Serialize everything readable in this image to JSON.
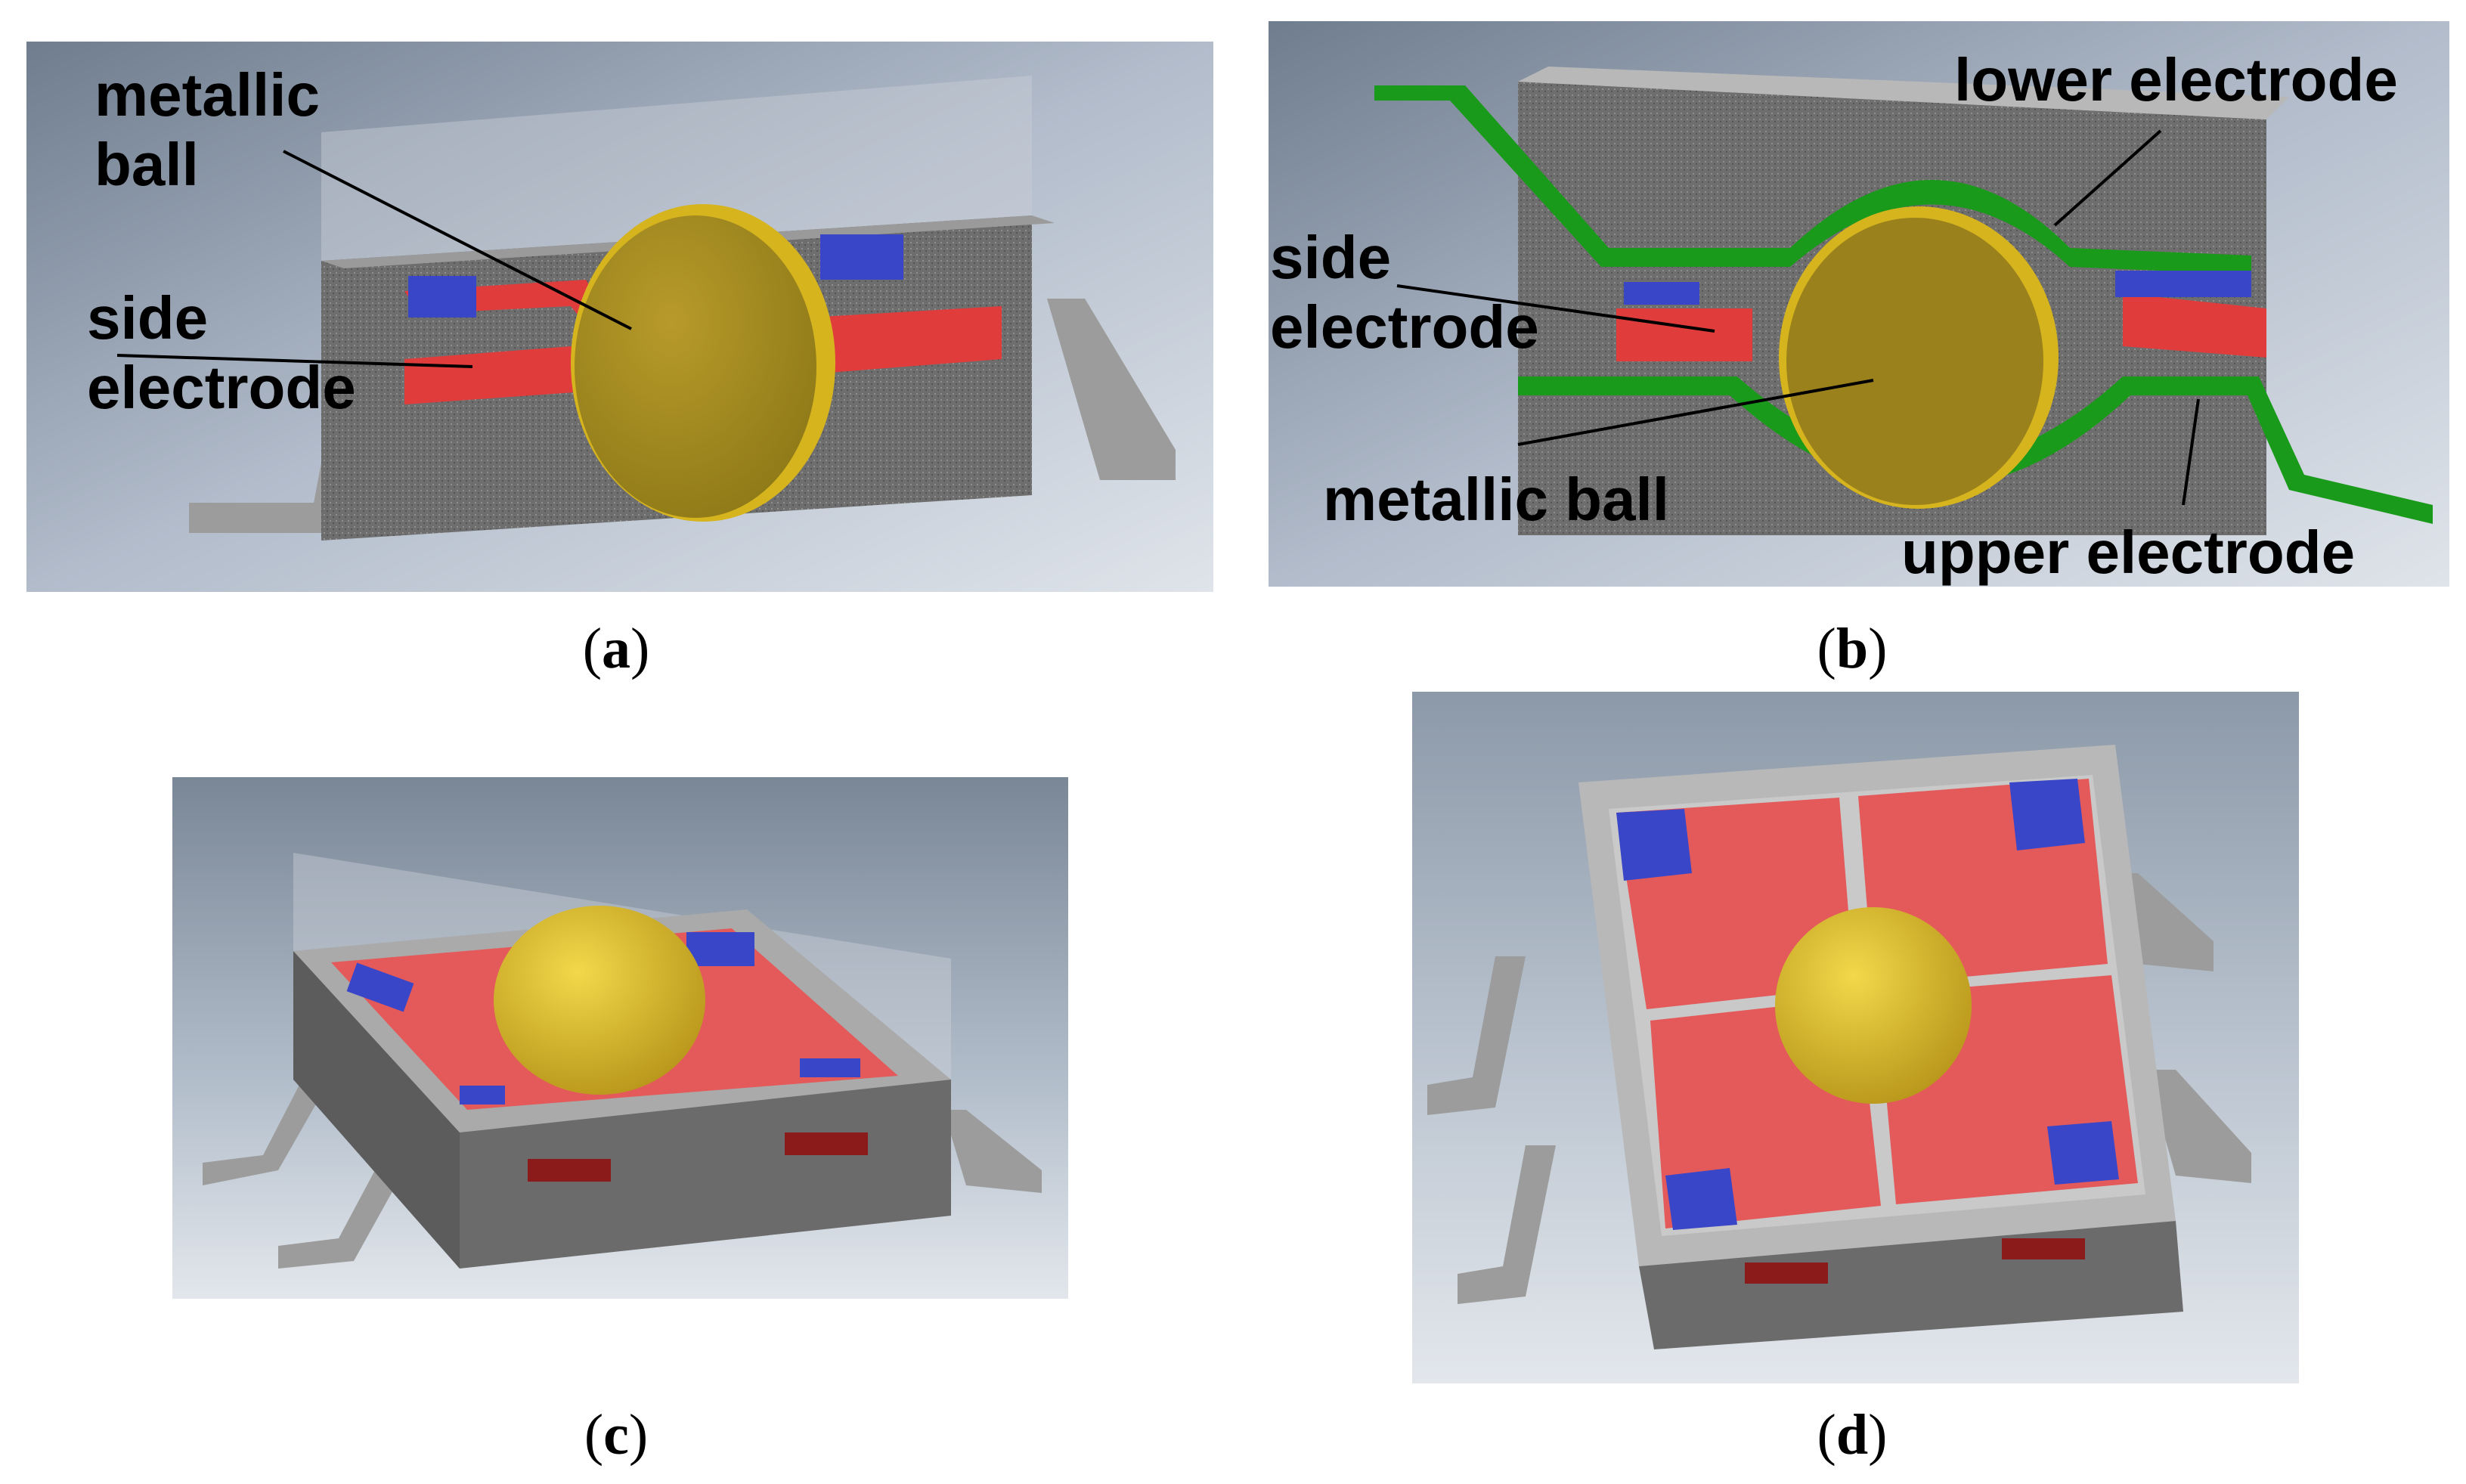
{
  "panels": {
    "a": {
      "caption_open": "(",
      "caption_letter": "a",
      "caption_close": ")",
      "labels": {
        "metallic_ball": "metallic\nball",
        "side_electrode": "side\nelectrode"
      }
    },
    "b": {
      "caption_open": "(",
      "caption_letter": "b",
      "caption_close": ")",
      "labels": {
        "lower_electrode": "lower electrode",
        "side_electrode": "side\nelectrode",
        "metallic_ball": "metallic ball",
        "upper_electrode": "upper electrode"
      }
    },
    "c": {
      "caption_open": "(",
      "caption_letter": "c",
      "caption_close": ")"
    },
    "d": {
      "caption_open": "(",
      "caption_letter": "d",
      "caption_close": ")"
    }
  },
  "colors": {
    "ball": "#c9a514",
    "electrode_red": "#e03c3c",
    "contact_blue": "#3a46c8",
    "electrode_green": "#1a9a1a",
    "housing_gray": "#8a8a8a",
    "background": "#b7c2cf"
  }
}
